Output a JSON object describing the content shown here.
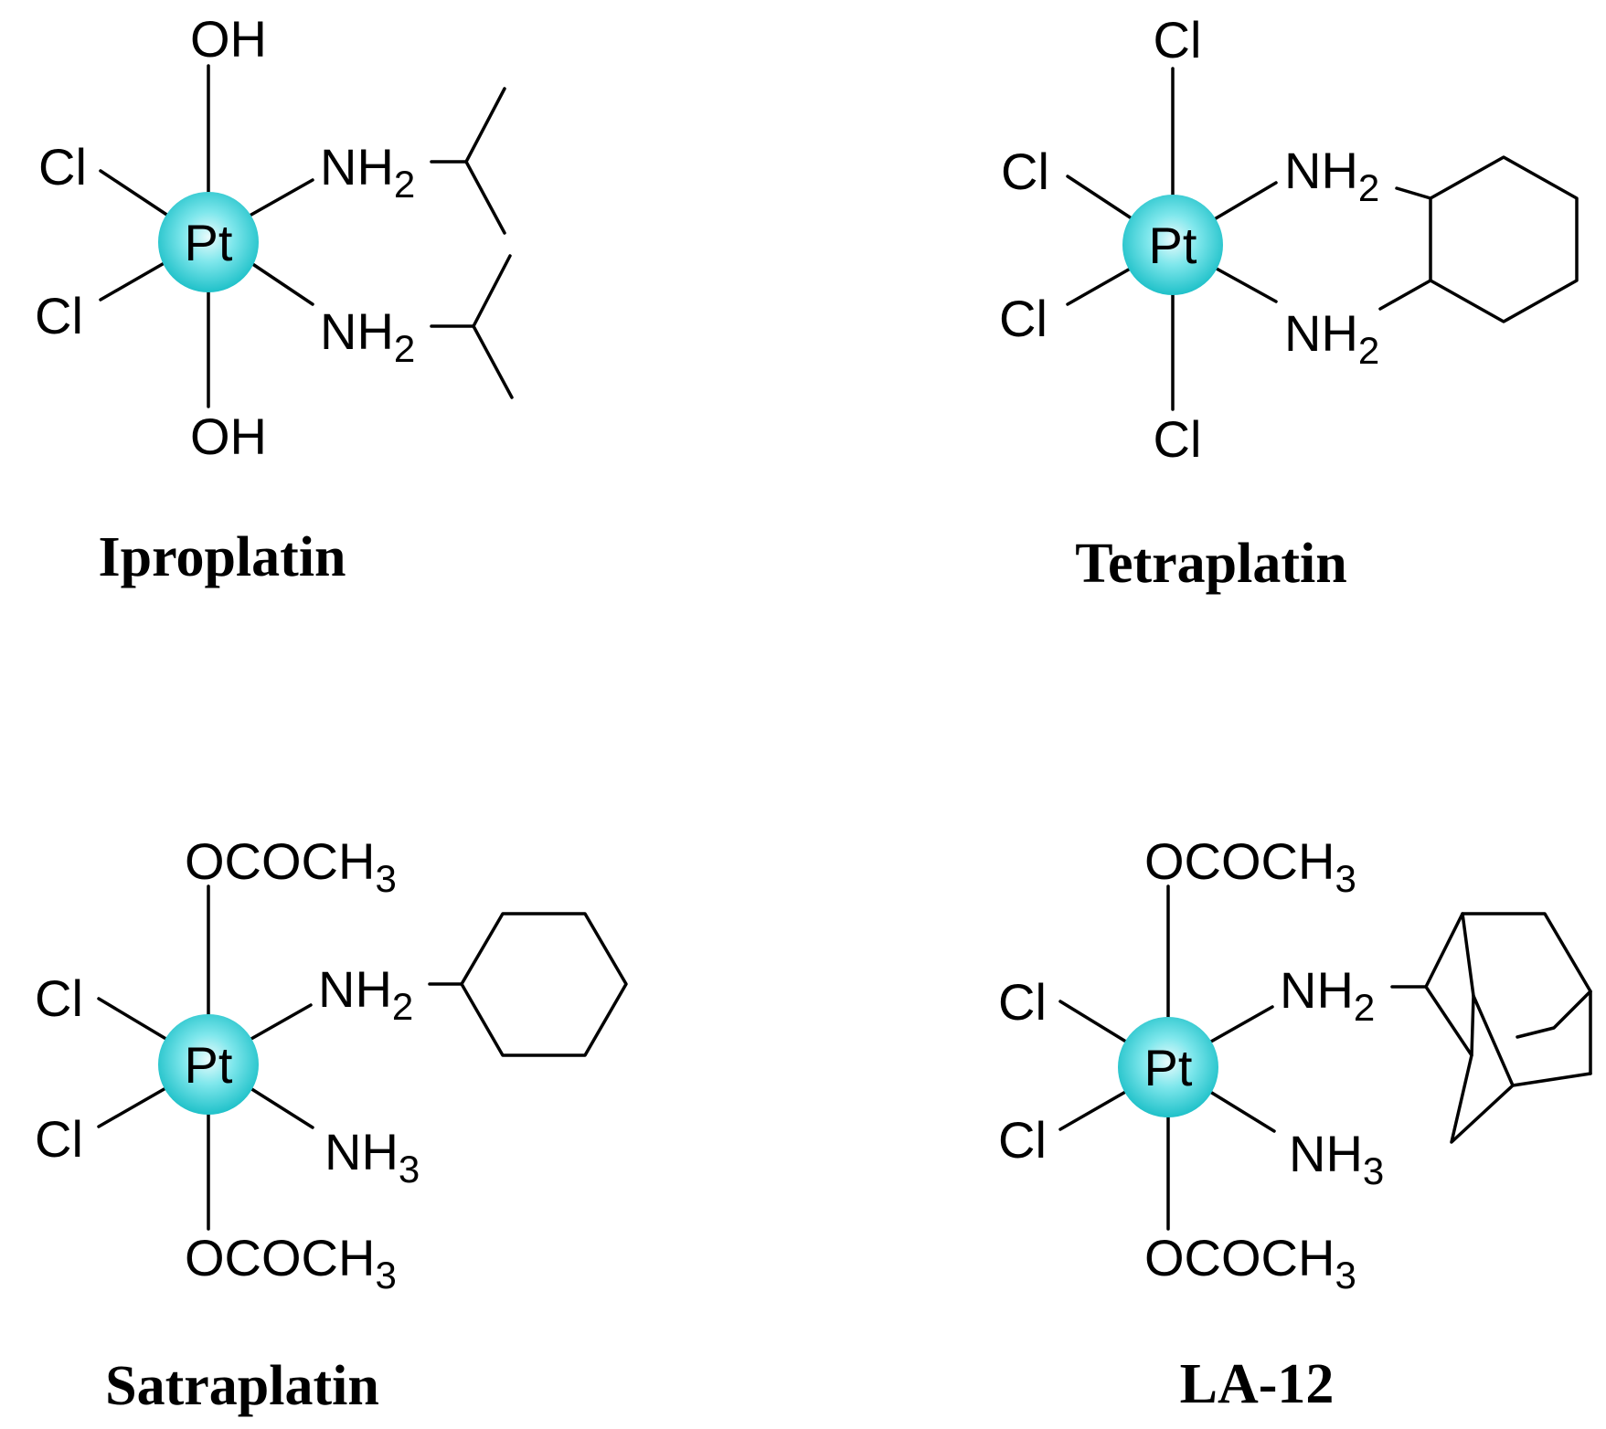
{
  "atom_color": "#3fd6dc",
  "structures": [
    {
      "name": "Iproplatin",
      "center": "Pt",
      "top": "OH",
      "bottom": "OH",
      "left_upper": "Cl",
      "left_lower": "Cl",
      "right_upper": {
        "main": "NH",
        "sub": "2"
      },
      "right_lower": {
        "main": "NH",
        "sub": "2"
      }
    },
    {
      "name": "Tetraplatin",
      "center": "Pt",
      "top": "Cl",
      "bottom": "Cl",
      "left_upper": "Cl",
      "left_lower": "Cl",
      "right_upper": {
        "main": "NH",
        "sub": "2"
      },
      "right_lower": {
        "main": "NH",
        "sub": "2"
      }
    },
    {
      "name": "Satraplatin",
      "center": "Pt",
      "top": {
        "main": "OCOCH",
        "sub": "3"
      },
      "bottom": {
        "main": "OCOCH",
        "sub": "3"
      },
      "left_upper": "Cl",
      "left_lower": "Cl",
      "right_upper": {
        "main": "NH",
        "sub": "2"
      },
      "right_lower": {
        "main": "NH",
        "sub": "3"
      }
    },
    {
      "name": "LA-12",
      "center": "Pt",
      "top": {
        "main": "OCOCH",
        "sub": "3"
      },
      "bottom": {
        "main": "OCOCH",
        "sub": "3"
      },
      "left_upper": "Cl",
      "left_lower": "Cl",
      "right_upper": {
        "main": "NH",
        "sub": "2"
      },
      "right_lower": {
        "main": "NH",
        "sub": "3"
      }
    }
  ]
}
